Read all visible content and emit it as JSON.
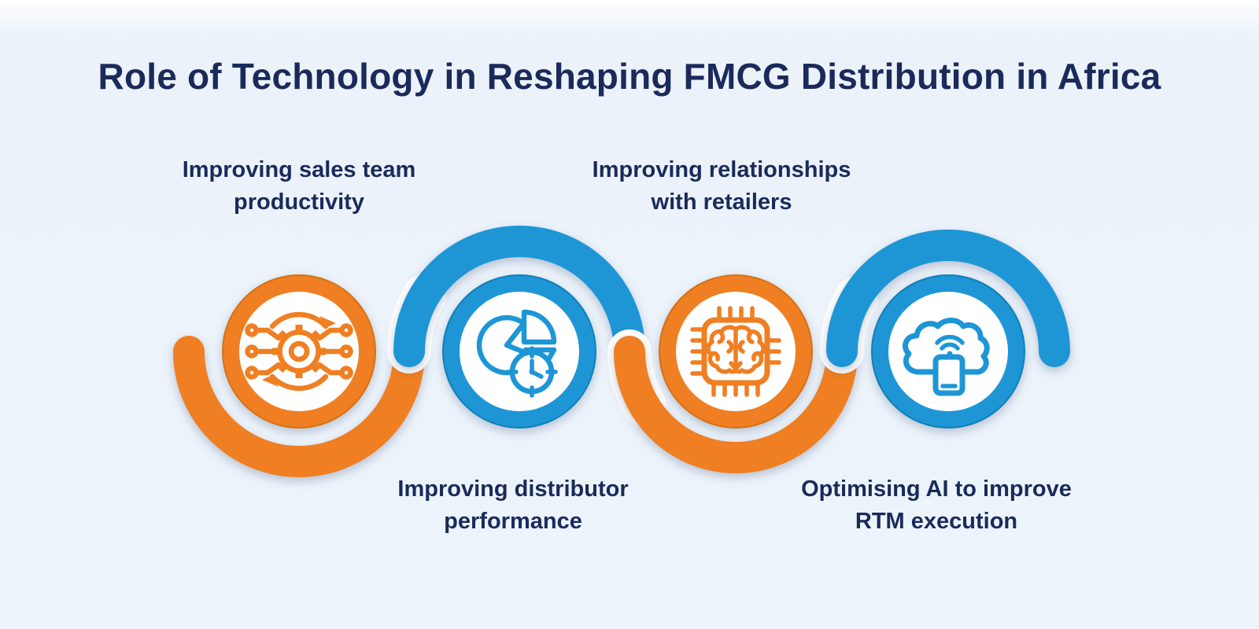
{
  "title": "Role of Technology in Reshaping FMCG Distribution in Africa",
  "colors": {
    "orange": "#EF7F22",
    "blue": "#1E96D6",
    "navy": "#1B2A5B",
    "bg": "#EDF4FB"
  },
  "steps": [
    {
      "label": "Improving sales team productivity",
      "accent": "orange",
      "icon": "gear-automation-icon",
      "label_position": "above"
    },
    {
      "label": "Improving distributor performance",
      "accent": "blue",
      "icon": "pie-chart-clock-icon",
      "label_position": "below"
    },
    {
      "label": "Improving relationships with retailers",
      "accent": "orange",
      "icon": "ai-chip-brain-icon",
      "label_position": "above"
    },
    {
      "label": "Optimising AI to improve RTM execution",
      "accent": "blue",
      "icon": "cloud-mobile-icon",
      "label_position": "below"
    }
  ]
}
